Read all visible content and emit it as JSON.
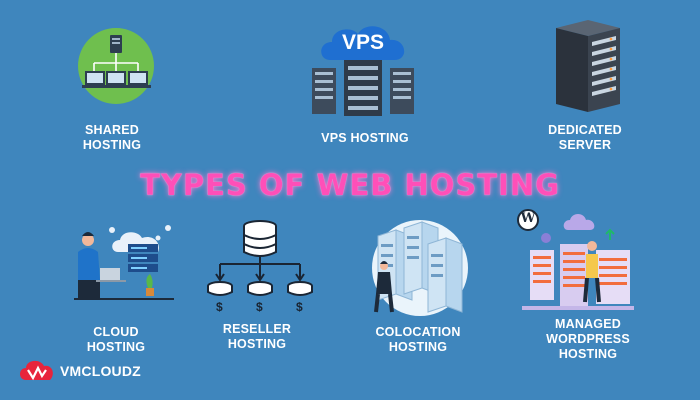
{
  "title": "TYPES OF WEB HOSTING",
  "items": [
    {
      "label": "SHARED\nHOSTING",
      "icon": "shared-network-icon"
    },
    {
      "label": "VPS HOSTING",
      "badge": "VPS",
      "icon": "vps-cloud-servers-icon"
    },
    {
      "label": "DEDICATED\nSERVER",
      "icon": "server-rack-icon"
    },
    {
      "label": "CLOUD\nHOSTING",
      "icon": "cloud-user-laptop-icon"
    },
    {
      "label": "RESELLER\nHOSTING",
      "icon": "database-dollar-icon"
    },
    {
      "label": "COLOCATION\nHOSTING",
      "icon": "datacenter-person-icon"
    },
    {
      "label": "MANAGED\nWORDPRESS\nHOSTING",
      "badge": "W",
      "icon": "wordpress-servers-icon"
    }
  ],
  "brand": {
    "name": "VMCLOUDZ",
    "icon": "vmcloudz-logo-icon"
  },
  "colors": {
    "background": "#3f86bd",
    "title": "#ff4fb8",
    "accent": "#e8243c"
  }
}
